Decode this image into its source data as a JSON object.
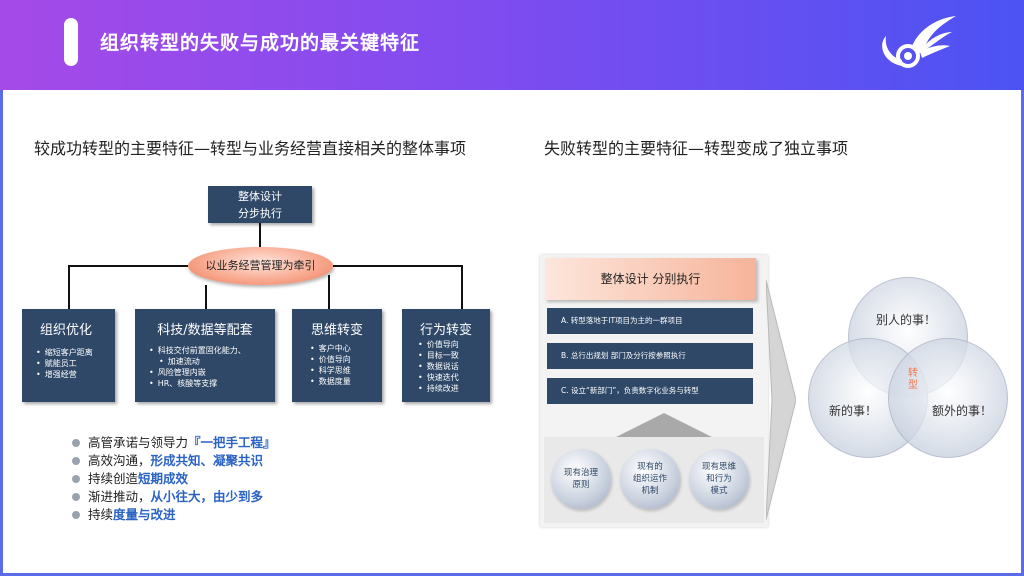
{
  "header": {
    "title": "组织转型的失败与成功的最关键特征"
  },
  "left": {
    "section_title": "较成功转型的主要特征—转型与业务经营直接相关的整体事项",
    "top_box": {
      "line1": "整体设计",
      "line2": "分步执行"
    },
    "ellipse_label": "以业务经营管理为牵引",
    "categories": [
      {
        "title": "组织优化",
        "items": [
          "缩短客户距离",
          "赋能员工",
          "增强经营"
        ]
      },
      {
        "title": "科技/数据等配套",
        "items": [
          "科技交付前置固化能力、",
          "加速流动",
          "风险管理内嵌",
          "HR、核酸等支撑"
        ]
      },
      {
        "title": "思维转变",
        "items": [
          "客户中心",
          "价值导向",
          "科学思维",
          "数据度量"
        ]
      },
      {
        "title": "行为转变",
        "items": [
          "价值导向",
          "目标一致",
          "数据说话",
          "快速迭代",
          "持续改进"
        ]
      }
    ],
    "bullets": [
      {
        "plain": "高管承诺与领导力",
        "em": "『一把手工程』",
        "tail": ""
      },
      {
        "plain": "高效沟通，",
        "em": "形成共知、凝聚共识",
        "tail": ""
      },
      {
        "plain": "持续创造",
        "em": "短期成效",
        "tail": ""
      },
      {
        "plain": "渐进推动，",
        "em": "从小往大，由少到多",
        "tail": ""
      },
      {
        "plain": "持续",
        "em": "度量",
        "tail": "与改进"
      }
    ]
  },
  "right": {
    "section_title": "失败转型的主要特征—转型变成了独立事项",
    "header_box": "整体设计  分别执行",
    "bars": [
      "A. 转型落地于IT项目为主的一群项目",
      "B. 总行出规划 部门及分行按参照执行",
      "C. 设立“新部门”，负责数字化业务与转型"
    ],
    "circles": [
      {
        "line1": "现有治理",
        "line2": "原则",
        "line3": ""
      },
      {
        "line1": "现有的",
        "line2": "组织运作",
        "line3": "机制"
      },
      {
        "line1": "现有思维",
        "line2": "和行为",
        "line3": "模式"
      }
    ],
    "venn": {
      "top": "别人的事！",
      "left": "新的事！",
      "right": "额外的事！",
      "center": "转型"
    }
  },
  "colors": {
    "navy": "#2f4868",
    "accent": "#2b63c4",
    "salmon": "#f6b49a",
    "header_start": "#a54ae8",
    "header_end": "#4c53f3"
  }
}
